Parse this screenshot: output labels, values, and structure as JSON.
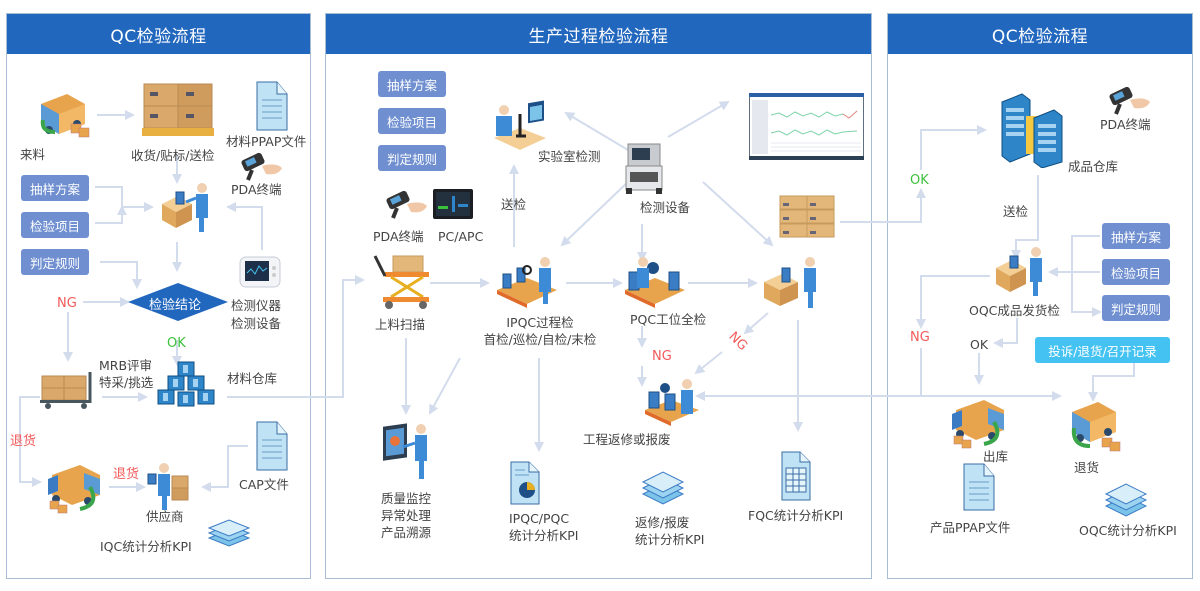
{
  "panels": {
    "iqc": {
      "title": "QC检验流程",
      "incoming": "来料",
      "receive": "收货/贴标/送检",
      "ppap": "材料PPAP文件",
      "pda": "PDA终端",
      "tags": [
        "抽样方案",
        "检验项目",
        "判定规则"
      ],
      "decision": "检验结论",
      "instrument_line1": "检测仪器",
      "instrument_line2": "检测设备",
      "ng": "NG",
      "ok": "OK",
      "mrb_line1": "MRB评审",
      "mrb_line2": "特采/挑选",
      "warehouse": "材料仓库",
      "return_left": "退货",
      "return_mid": "退货",
      "supplier": "供应商",
      "cap": "CAP文件",
      "kpi": "IQC统计分析KPI"
    },
    "process": {
      "title": "生产过程检验流程",
      "tags": [
        "抽样方案",
        "检验项目",
        "判定规则"
      ],
      "lab": "实验室检测",
      "send": "送检",
      "pda": "PDA终端",
      "pc": "PC/APC",
      "equipment": "检测设备",
      "loading": "上料扫描",
      "ipqc_line1": "IPQC过程检",
      "ipqc_line2": "首检/巡检/自检/末检",
      "pqc": "PQC工位全检",
      "ng_down": "NG",
      "ng_diag": "NG",
      "rework": "工程返修或报废",
      "quality_line1": "质量监控",
      "quality_line2": "异常处理",
      "quality_line3": "产品溯源",
      "ipqc_kpi_line1": "IPQC/PQC",
      "ipqc_kpi_line2": "统计分析KPI",
      "rework_kpi_line1": "返修/报废",
      "rework_kpi_line2": "统计分析KPI",
      "fqc_kpi": "FQC统计分析KPI"
    },
    "oqc": {
      "title": "QC检验流程",
      "pda": "PDA终端",
      "warehouse": "成品仓库",
      "ok_top": "OK",
      "send": "送检",
      "tags": [
        "抽样方案",
        "检验项目",
        "判定规则"
      ],
      "oqc": "OQC成品发货检",
      "ng": "NG",
      "ok": "OK",
      "complaint": "投诉/退货/召开记录",
      "outbound": "出库",
      "return": "退货",
      "ppap": "产品PPAP文件",
      "kpi": "OQC统计分析KPI"
    }
  },
  "colors": {
    "header": "#2167be",
    "tag": "#6f8fd1",
    "tag_highlight": "#44c3f2",
    "ng": "#f25a5a",
    "ok": "#3cc13c",
    "connector": "#d3dcec"
  }
}
